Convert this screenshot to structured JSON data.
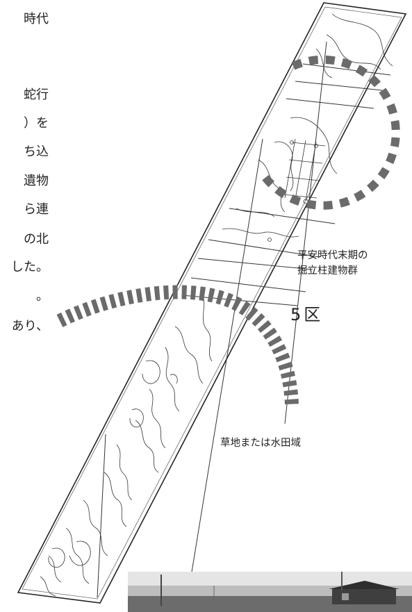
{
  "text_fragments": [
    "時代",
    "蛇行",
    "）を",
    "ち込",
    "遺物",
    "ら連",
    "の北",
    "した。",
    "。",
    "あり、"
  ],
  "labels": {
    "heian_buildings_line1": "平安時代末期の",
    "heian_buildings_line2": "掘立柱建物群",
    "zone": "5区",
    "grass_paddy": "草地または水田域"
  }
}
